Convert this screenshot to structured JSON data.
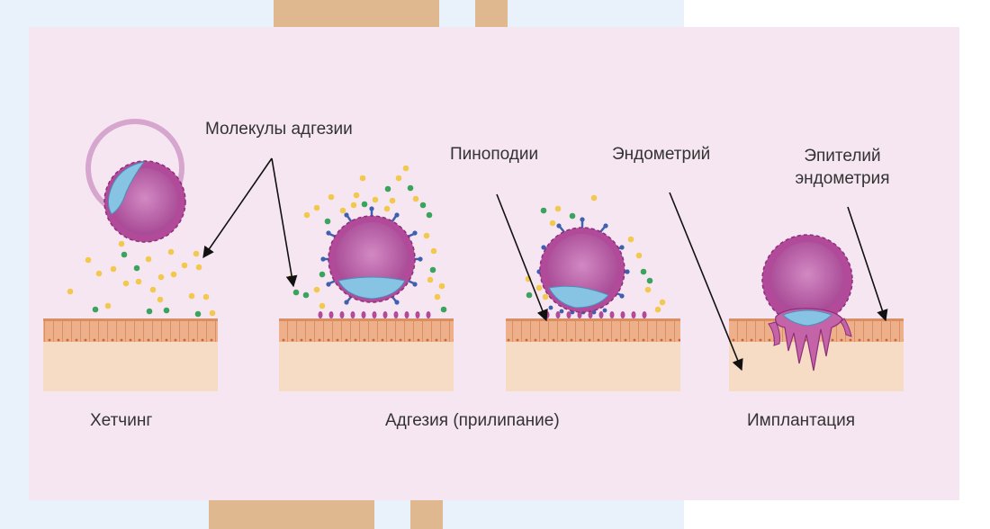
{
  "labels": {
    "adhesion_molecules": "Молекулы адгезии",
    "pinopodia": "Пиноподии",
    "endometrium": "Эндометрий",
    "endometrial_epithelium_line1": "Эпителий",
    "endometrial_epithelium_line2": "эндометрия",
    "hatching": "Хетчинг",
    "adhesion": "Адгезия (прилипание)",
    "implantation": "Имплантация"
  },
  "colors": {
    "panel": "#f6e6f1",
    "tissue_base": "#f6dcc5",
    "epithelium": "#e9a77a",
    "blastocyst": "#b24a9a",
    "inner_cell_mass": "#87c4e3",
    "molecule_yellow": "#f2c94c",
    "molecule_green": "#3aa35c",
    "receptor": "#3f5fb0"
  }
}
